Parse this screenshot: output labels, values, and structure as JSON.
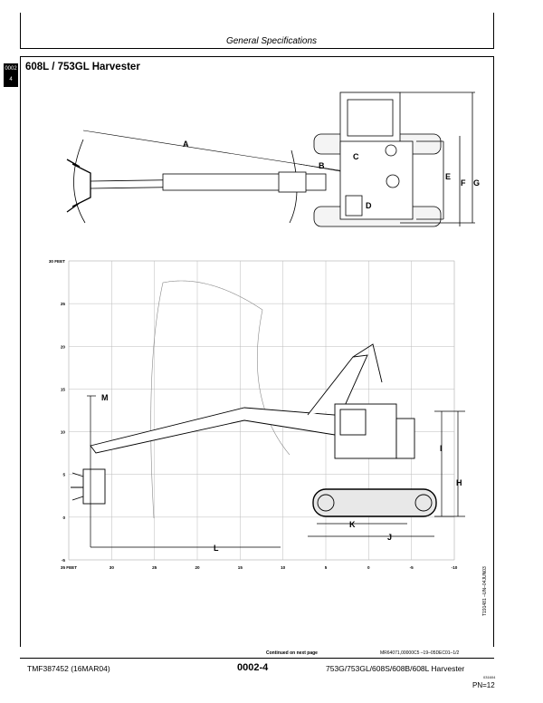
{
  "header": {
    "title": "General Specifications"
  },
  "section_tab": {
    "line1": "0002",
    "line2": "4"
  },
  "page_heading": "608L / 753GL Harvester",
  "top_view": {
    "labels": {
      "A": "A",
      "B": "B",
      "C": "C",
      "D": "D",
      "E": "E",
      "F": "F",
      "G": "G"
    }
  },
  "side_view": {
    "y_ticks": [
      "30 FEET",
      "25",
      "20",
      "15",
      "10",
      "5",
      "0",
      "-5"
    ],
    "x_ticks": [
      "35 FEET",
      "30",
      "25",
      "20",
      "15",
      "10",
      "5",
      "0",
      "-5",
      "-10"
    ],
    "labels": {
      "H": "H",
      "I": "I",
      "J": "J",
      "K": "K",
      "L": "L",
      "M": "M"
    }
  },
  "side_code": "T191481  –UN–04JUN03",
  "footer": {
    "continued": "Continued on next page",
    "ref_code": "MR64071,00000C5  –19–05DEC01–1/2",
    "doc_number": "TMF387452 (16MAR04)",
    "page_number": "0002-4",
    "models": "753G/753GL/608S/608B/608L Harvester",
    "small_code": "031604",
    "pn": "PN=12"
  }
}
